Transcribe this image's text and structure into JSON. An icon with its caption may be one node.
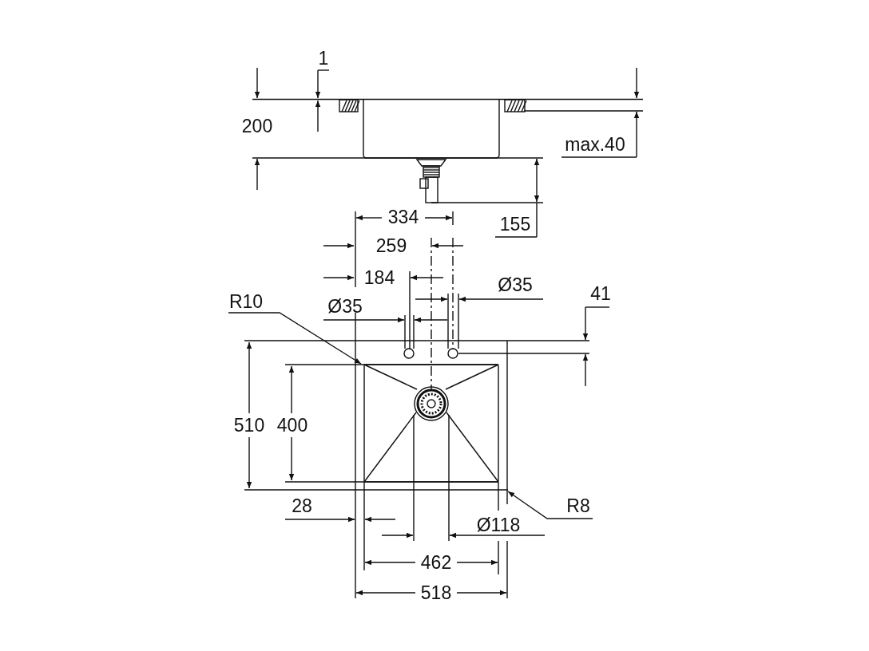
{
  "diagram": {
    "nodes": [
      {
        "text": [
          "R10"
        ]
      },
      {
        "text": [
          "R8"
        ]
      }
    ],
    "edges": [
      {
        "from": 0,
        "to": null,
        "arrow": "to"
      },
      {
        "from": 1,
        "to": null,
        "arrow": "to"
      }
    ],
    "labels": [
      "1",
      "200",
      "max.40",
      "334",
      "155",
      "259",
      "184",
      "Ø35",
      "41",
      "Ø35",
      "510",
      "400",
      "28",
      "Ø118",
      "462",
      "518"
    ]
  }
}
